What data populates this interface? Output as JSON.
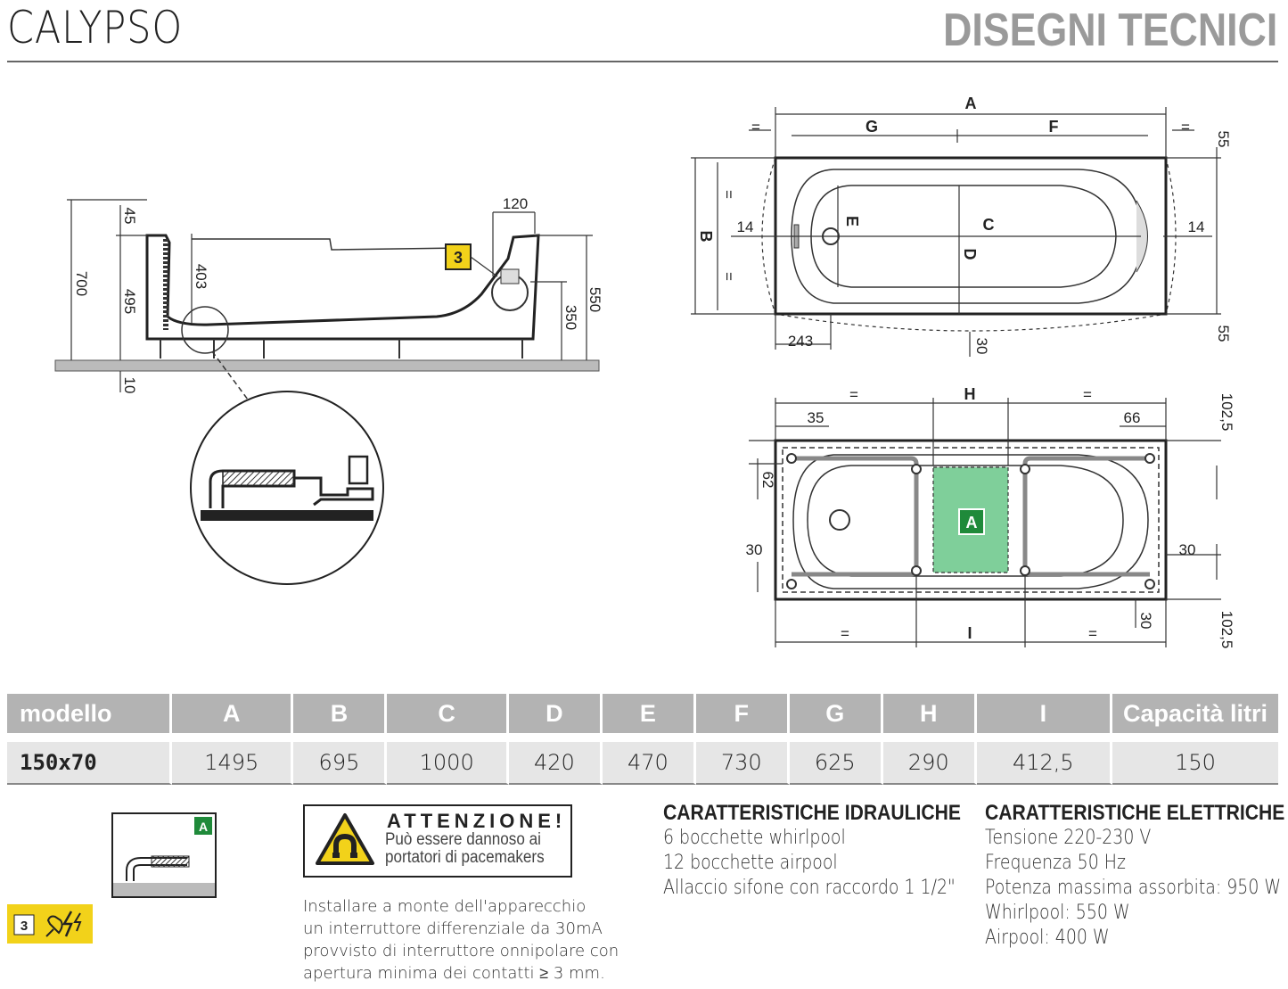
{
  "header": {
    "brand": "CALYPSO",
    "title": "DISEGNI TECNICI"
  },
  "side_view": {
    "dims": {
      "d700": "700",
      "d45": "45",
      "d495": "495",
      "d403": "403",
      "d120": "120",
      "d550": "550",
      "d350": "350",
      "d10": "10"
    },
    "badge": "3"
  },
  "top_view": {
    "dims": {
      "A": "A",
      "G": "G",
      "F": "F",
      "B": "B",
      "C": "C",
      "D": "D",
      "E": "E",
      "d14l": "14",
      "d14r": "14",
      "d55t": "55",
      "d55b": "55",
      "d243": "243",
      "d30": "30",
      "eq": "="
    }
  },
  "frame_view": {
    "dims": {
      "H": "H",
      "I": "I",
      "d35": "35",
      "d66": "66",
      "d62": "62",
      "d30l": "30",
      "d30r": "30",
      "d30b": "30",
      "d102t": "102,5",
      "d102b": "102,5",
      "eq": "="
    },
    "badge": "A"
  },
  "table": {
    "headers": [
      "modello",
      "A",
      "B",
      "C",
      "D",
      "E",
      "F",
      "G",
      "H",
      "I",
      "Capacità litri"
    ],
    "rows": [
      [
        "150x70",
        "1495",
        "695",
        "1000",
        "420",
        "470",
        "730",
        "625",
        "290",
        "412,5",
        "150"
      ]
    ]
  },
  "legend": {
    "badge_a": "A",
    "badge_3": "3"
  },
  "warning": {
    "title": "ATTENZIONE!",
    "line1": "Può essere dannoso ai",
    "line2": "portatori di pacemakers"
  },
  "install": [
    "Installare a monte dell'apparecchio",
    "un interruttore differenziale da 30mA",
    "provvisto di interruttore onnipolare con",
    "apertura minima dei contatti ≥ 3 mm."
  ],
  "hydraulic": {
    "title": "CARATTERISTICHE IDRAULICHE",
    "lines": [
      "6 bocchette whirlpool",
      "12 bocchette airpool",
      "Allaccio sifone con raccordo 1 1/2\""
    ]
  },
  "electric": {
    "title": "CARATTERISTICHE ELETTRICHE",
    "lines": [
      "Tensione 220-230 V",
      "Frequenza 50 Hz",
      "Potenza massima assorbita: 950 W",
      "Whirlpool: 550 W",
      "Airpool: 400 W"
    ]
  },
  "colors": {
    "accent_yellow": "#f2d21a",
    "accent_green": "#1f8a3a",
    "area_green": "#7fcf9a",
    "header_gray": "#b3b3b3"
  }
}
